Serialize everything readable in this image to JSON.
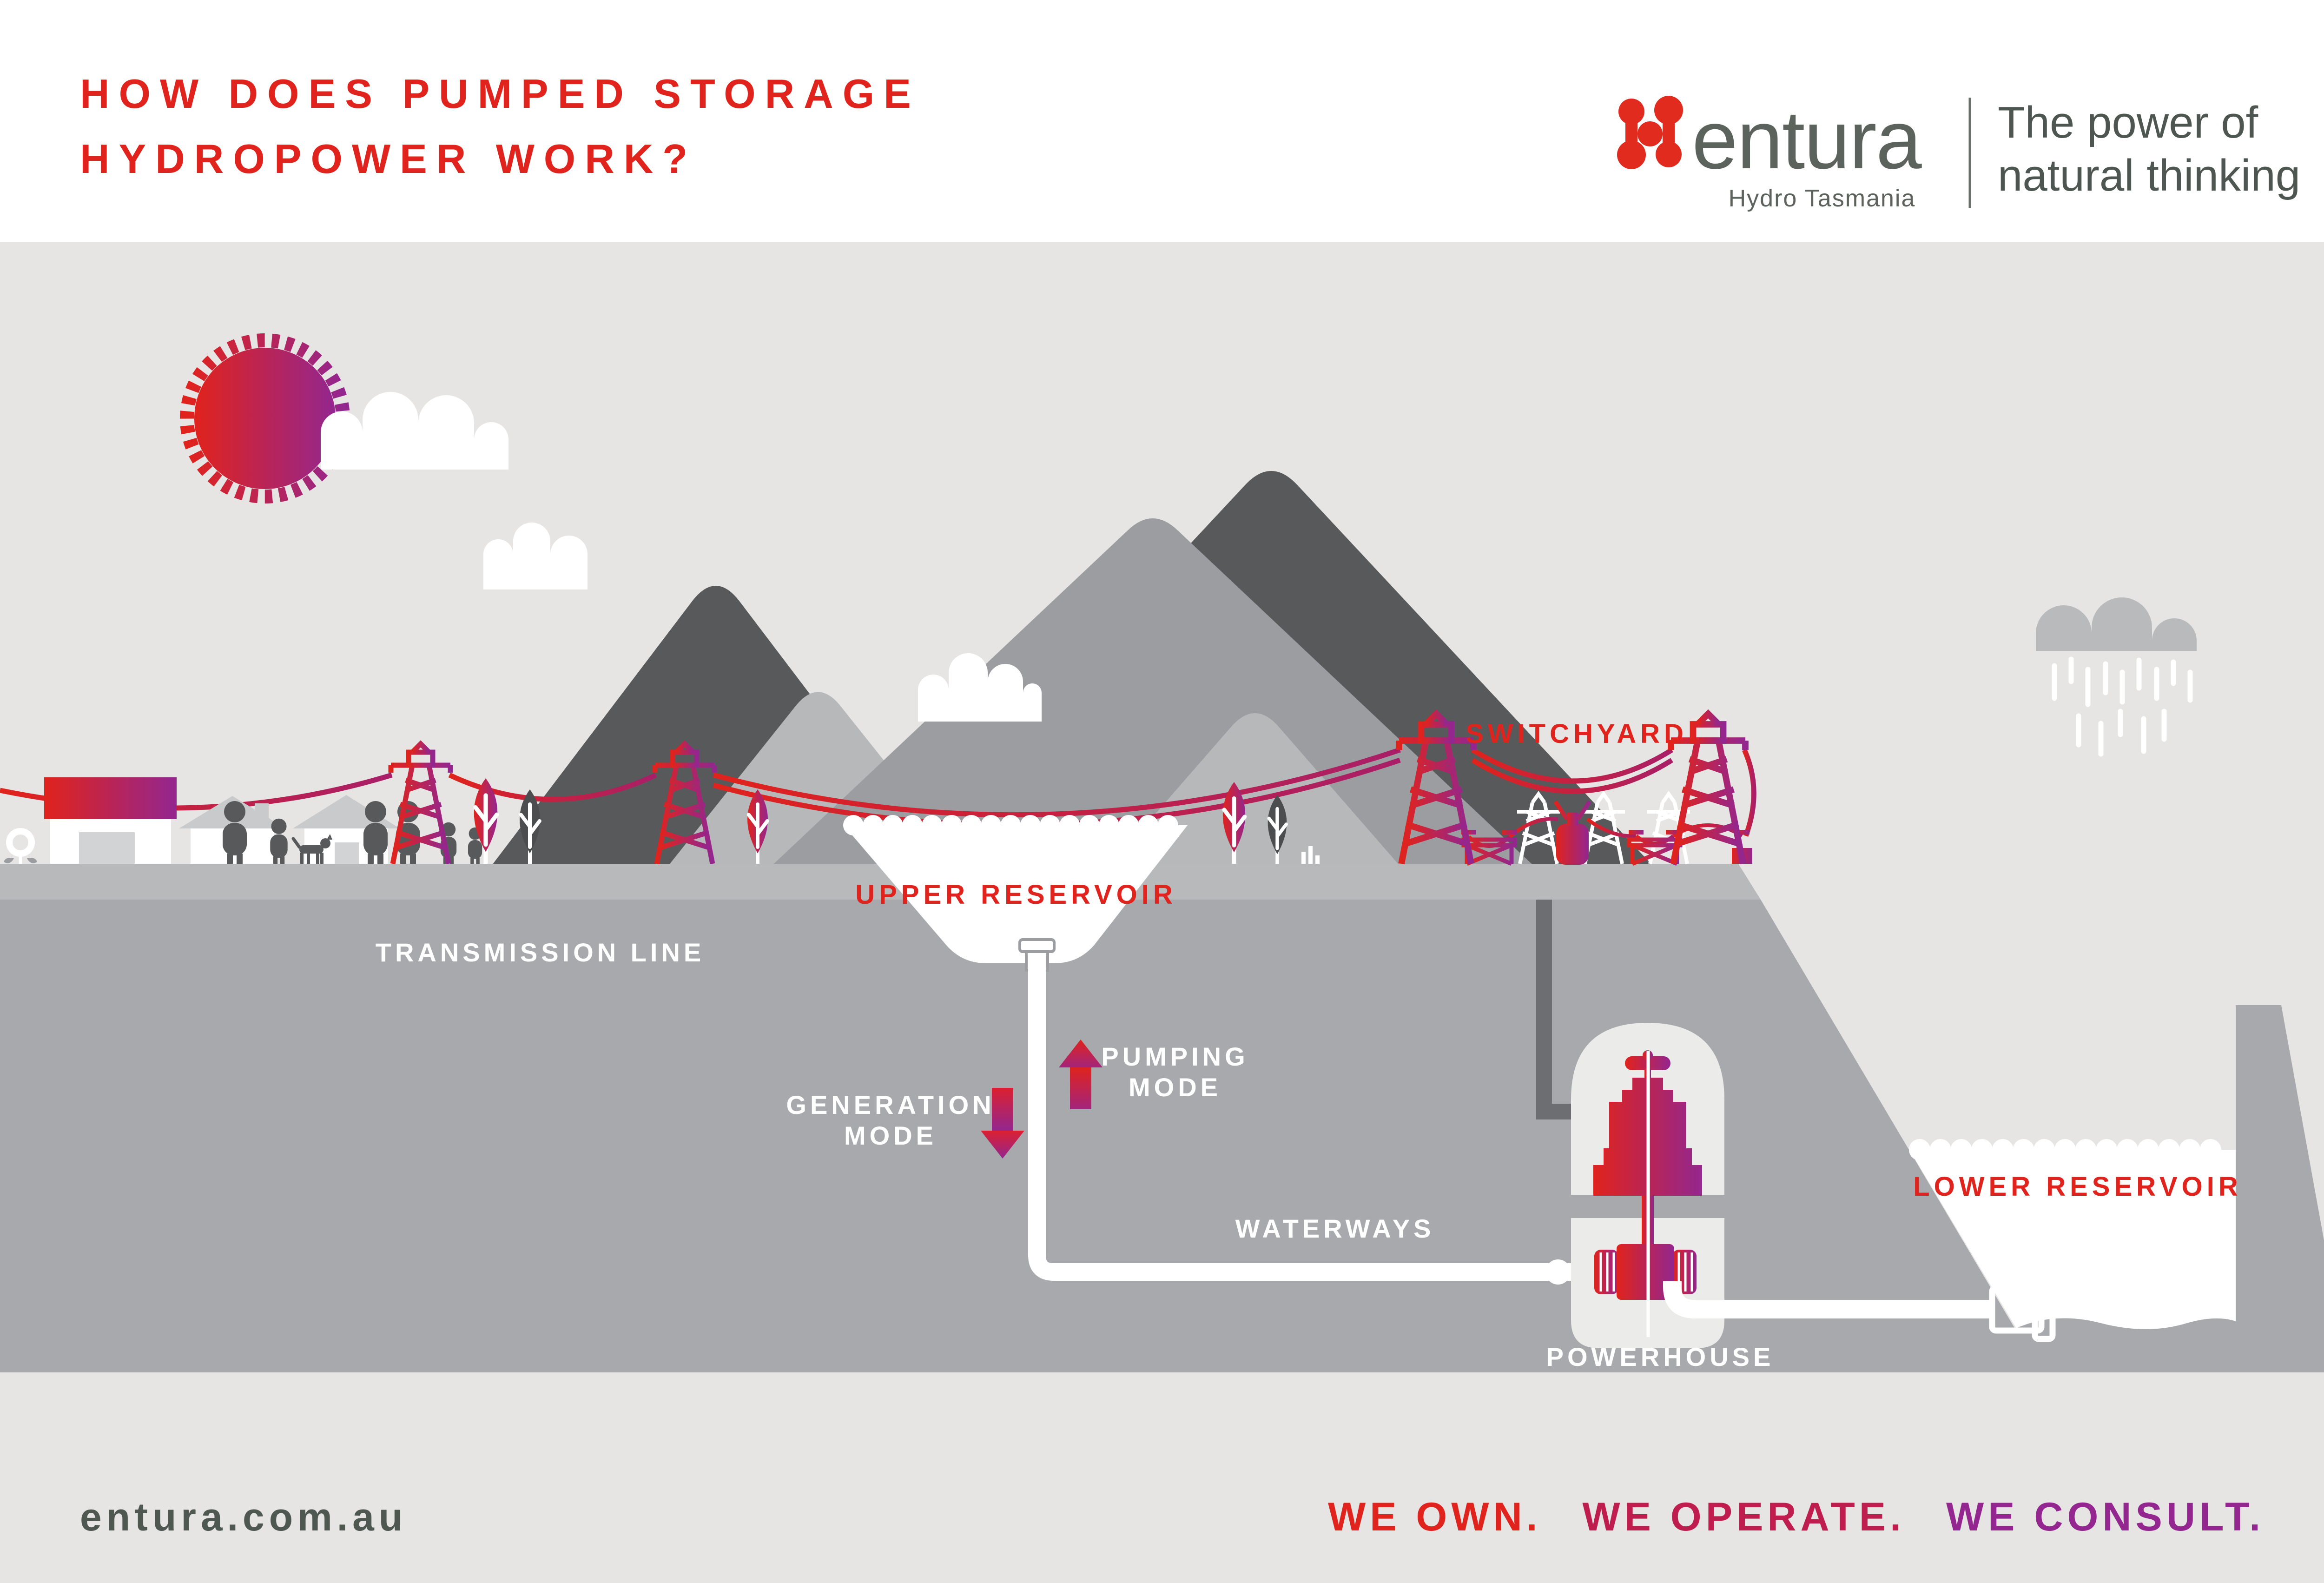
{
  "header": {
    "title_line1": "HOW DOES PUMPED STORAGE",
    "title_line2": "HYDROPOWER WORK?"
  },
  "logo": {
    "brand": "entura",
    "sub_brand": "Hydro Tasmania",
    "tagline_line1": "The power of",
    "tagline_line2": "natural thinking"
  },
  "diagram": {
    "labels": {
      "upper_reservoir": "UPPER RESERVOIR",
      "switchyard": "SWITCHYARD",
      "transmission_line": "TRANSMISSION LINE",
      "generation_mode": [
        "GENERATION",
        "MODE"
      ],
      "pumping_mode": [
        "PUMPING",
        "MODE"
      ],
      "waterways": "WATERWAYS",
      "powerhouse": "POWERHOUSE",
      "lower_reservoir": "LOWER RESERVOIR"
    },
    "icons": [
      "sun-icon",
      "cloud-icon",
      "rain-cloud-icon",
      "mountain",
      "shop-icon",
      "house-icon",
      "person-icon",
      "dog-icon",
      "tree-icon",
      "flower-icon",
      "transmission-tower-icon",
      "switchyard-tower-icon",
      "transformer-icon",
      "insulator-icon",
      "upper-reservoir-water",
      "intake-icon",
      "penstock-pipe",
      "cable-shaft",
      "powerhouse-cavern",
      "generator-icon",
      "turbine-icon",
      "tailrace-pipe",
      "outlet-icon",
      "lower-reservoir-water",
      "dam-wall",
      "generation-arrow-down-icon",
      "pumping-arrow-up-icon",
      "entura-logo-icon"
    ]
  },
  "footer": {
    "website": "entura.com.au",
    "tagline": [
      {
        "text": "WE OWN.",
        "color": "#e0231c"
      },
      {
        "text": "WE OPERATE.",
        "color": "#c01d4f"
      },
      {
        "text": "WE CONSULT.",
        "color": "#93268f"
      }
    ]
  },
  "colors": {
    "accent_red": "#e0231c",
    "accent_crimson": "#c01d4f",
    "accent_purple": "#93268f",
    "brand_gray": "#5c635c",
    "tagline_gray": "#4d5650",
    "sky_gray": "#e6e5e3",
    "hill_gray": "#a7a9ac",
    "terrace_gray": "#b7b9bb",
    "mountain_dark": "#58595b",
    "mountain_medium": "#9b9da0",
    "mountain_light": "#b7b8ba",
    "cavern_light": "#ebebe9",
    "cable_dark": "#6d6e71",
    "white": "#ffffff"
  }
}
